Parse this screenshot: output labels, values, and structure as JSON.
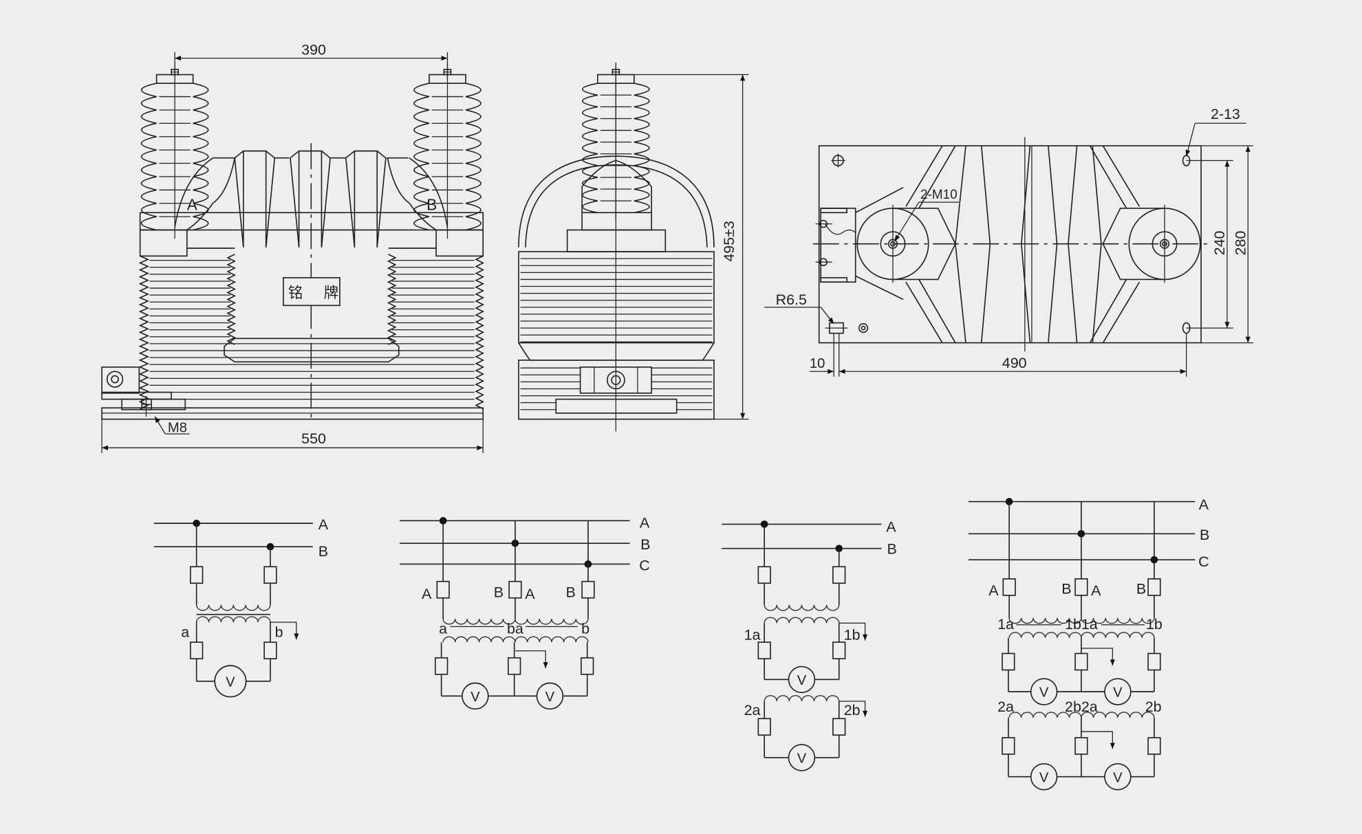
{
  "front_view": {
    "terminal_spacing": "390",
    "overall_width": "550",
    "terminal_a": "A",
    "terminal_b": "B",
    "nameplate_left": "铭",
    "nameplate_right": "牌",
    "ground_bolt": "M8"
  },
  "side_view": {
    "height": "495±3"
  },
  "plan_view": {
    "mount_holes": "2-13",
    "terminal_studs": "2-M10",
    "slot_radius": "R6.5",
    "slot_offset": "10",
    "hole_pitch_length": "490",
    "hole_pitch_width": "240",
    "overall_width": "280"
  },
  "wiring_diagrams": [
    {
      "buses": [
        "A",
        "B"
      ],
      "secondary": [
        "a",
        "b"
      ],
      "meters": [
        "V"
      ]
    },
    {
      "buses": [
        "A",
        "B",
        "C"
      ],
      "primary": [
        "A",
        "B",
        "A",
        "B"
      ],
      "secondary": [
        "a",
        "ba",
        "b"
      ],
      "meters": [
        "V",
        "V"
      ]
    },
    {
      "buses": [
        "A",
        "B"
      ],
      "secondary_1": [
        "1a",
        "1b"
      ],
      "secondary_2": [
        "2a",
        "2b"
      ],
      "meters": [
        "V",
        "V"
      ]
    },
    {
      "buses": [
        "A",
        "B",
        "C"
      ],
      "primary": [
        "A",
        "B",
        "A",
        "B"
      ],
      "secondary_1": [
        "1a",
        "1b1a",
        "1b"
      ],
      "secondary_2": [
        "2a",
        "2b2a",
        "2b"
      ],
      "meters": [
        "V",
        "V",
        "V",
        "V"
      ]
    }
  ]
}
